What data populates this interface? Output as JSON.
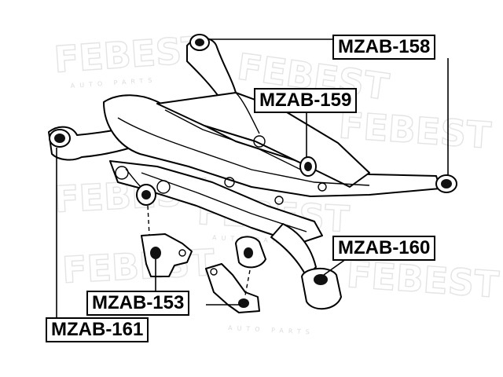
{
  "watermark": {
    "brand": "FEBEST",
    "sub": "AUTO PARTS"
  },
  "labels": {
    "mzab158": "MZAB-158",
    "mzab159": "MZAB-159",
    "mzab160": "MZAB-160",
    "mzab153": "MZAB-153",
    "mzab161": "MZAB-161"
  },
  "colors": {
    "line": "#000000",
    "watermark": "#e4e4e4",
    "background": "#ffffff"
  }
}
